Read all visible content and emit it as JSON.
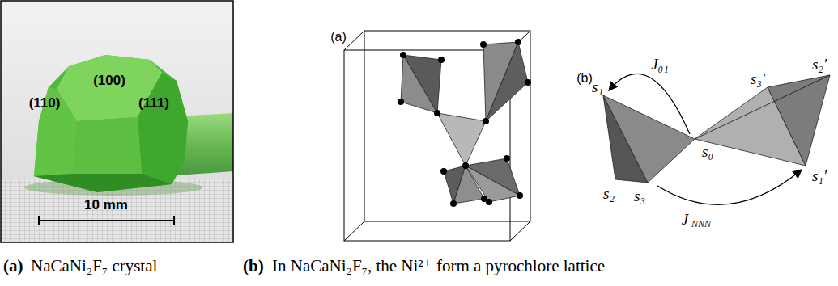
{
  "diagram": {
    "labels": [
      "(100)",
      "(110)",
      "(111)",
      "10 mm",
      "(a)",
      "(b)",
      "s₁",
      "J₀₁",
      "s₃′",
      "s₂′",
      "s₀",
      "s₂",
      "s₃",
      "s₁′",
      "J",
      "NNN",
      "(a)",
      "NaCaNi₂F₇ crystal",
      "(b)",
      "In NaCaNi₂F₇, the Ni²⁺ form a pyrochlore lattice"
    ]
  }
}
